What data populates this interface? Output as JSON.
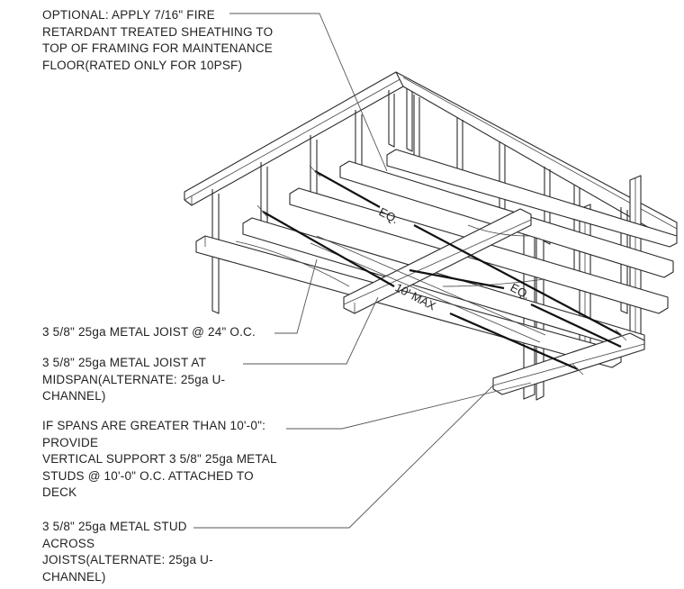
{
  "notes": {
    "sheathing": {
      "lines": [
        "OPTIONAL: APPLY 7/16\" FIRE",
        "RETARDANT TREATED SHEATHING TO",
        "TOP OF FRAMING FOR MAINTENANCE",
        "FLOOR(RATED ONLY FOR 10PSF)"
      ]
    },
    "joist": {
      "lines": [
        "3 5/8\" 25ga METAL JOIST @ 24\" O.C."
      ]
    },
    "midspan": {
      "lines": [
        "3 5/8\" 25ga METAL JOIST AT",
        "MIDSPAN(ALTERNATE: 25ga U-",
        "CHANNEL)"
      ]
    },
    "support": {
      "lines": [
        "IF SPANS ARE GREATER THAN 10'-0\":",
        "PROVIDE",
        "VERTICAL SUPPORT 3 5/8\" 25ga METAL",
        "STUDS @ 10'-0\" O.C. ATTACHED TO",
        "DECK"
      ]
    },
    "stud": {
      "lines": [
        "3 5/8\" 25ga METAL STUD",
        "ACROSS",
        "JOISTS(ALTERNATE: 25ga U-",
        "CHANNEL)"
      ]
    }
  },
  "dimensions": {
    "eq_upper": "EQ.",
    "eq_lower": "EQ.",
    "max_span": "10' MAX"
  }
}
